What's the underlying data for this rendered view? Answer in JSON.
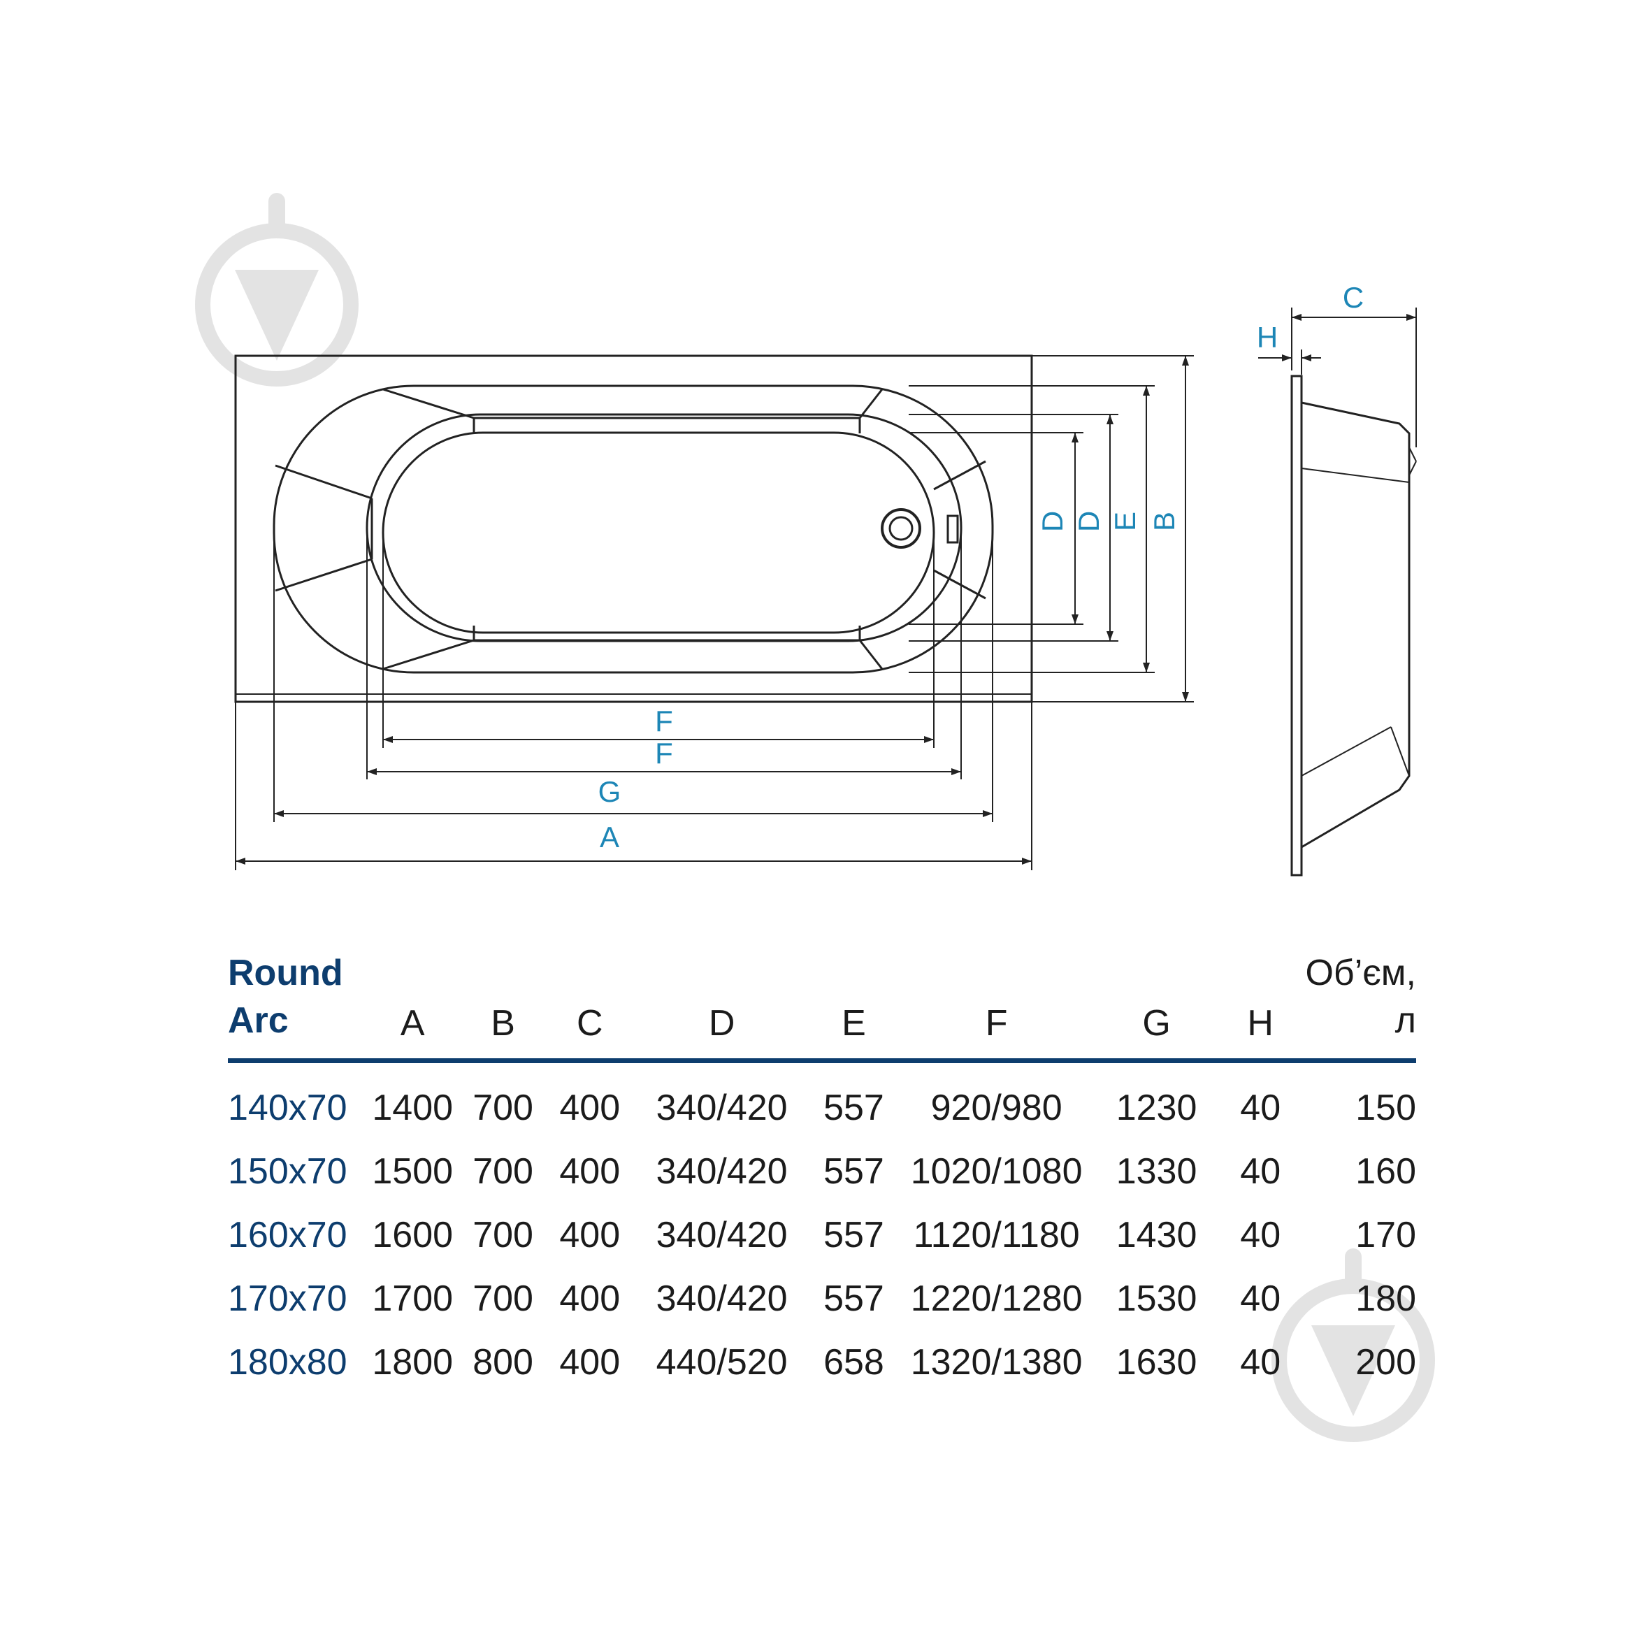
{
  "colors": {
    "dimension": "#1d86b6",
    "brand": "#0d3d6e",
    "outline": "#222222",
    "watermark": "#e3e3e3"
  },
  "watermark_icon": "shield-down-arrow-watermark",
  "drawing": {
    "dim_labels": {
      "a": "A",
      "g": "G",
      "f1": "F",
      "f2": "F",
      "b": "B",
      "e": "E",
      "d1": "D",
      "d2": "D",
      "c": "C",
      "h": "H"
    }
  },
  "table": {
    "model_title_line1": "Round",
    "model_title_line2": "Arc",
    "volume_line1": "Об’єм,",
    "volume_line2": "л",
    "headers": [
      "A",
      "B",
      "C",
      "D",
      "E",
      "F",
      "G",
      "H"
    ],
    "rows": [
      {
        "model": "140x70",
        "A": "1400",
        "B": "700",
        "C": "400",
        "D": "340/420",
        "E": "557",
        "F": "920/980",
        "G": "1230",
        "H": "40",
        "V": "150"
      },
      {
        "model": "150x70",
        "A": "1500",
        "B": "700",
        "C": "400",
        "D": "340/420",
        "E": "557",
        "F": "1020/1080",
        "G": "1330",
        "H": "40",
        "V": "160"
      },
      {
        "model": "160x70",
        "A": "1600",
        "B": "700",
        "C": "400",
        "D": "340/420",
        "E": "557",
        "F": "1120/1180",
        "G": "1430",
        "H": "40",
        "V": "170"
      },
      {
        "model": "170x70",
        "A": "1700",
        "B": "700",
        "C": "400",
        "D": "340/420",
        "E": "557",
        "F": "1220/1280",
        "G": "1530",
        "H": "40",
        "V": "180"
      },
      {
        "model": "180x80",
        "A": "1800",
        "B": "800",
        "C": "400",
        "D": "440/520",
        "E": "658",
        "F": "1320/1380",
        "G": "1630",
        "H": "40",
        "V": "200"
      }
    ]
  }
}
